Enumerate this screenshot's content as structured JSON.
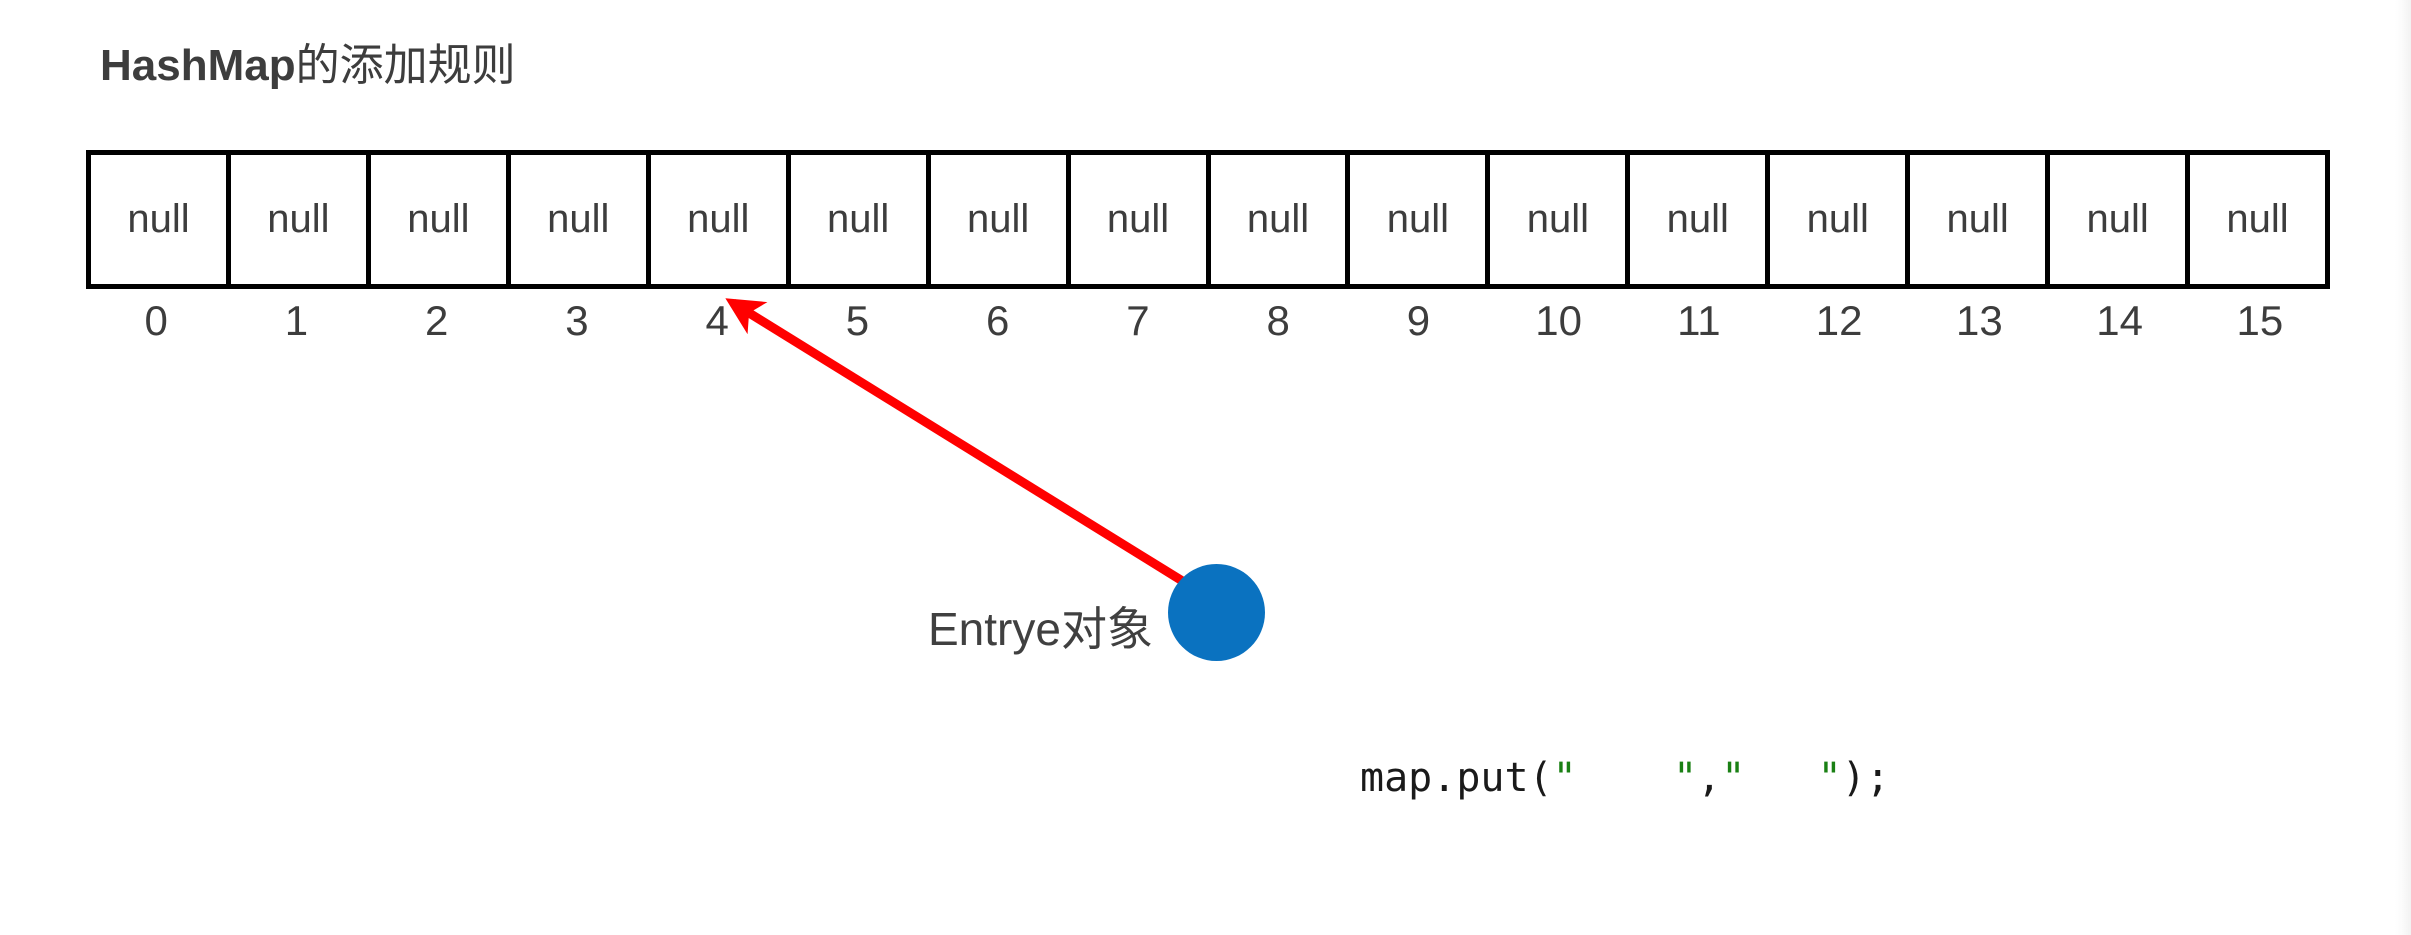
{
  "title": {
    "latin": "HashMap",
    "cjk": "的添加规则",
    "full": "HashMap的添加规则"
  },
  "table": {
    "name": "hashmap-bucket-array",
    "cell_count": 16,
    "cells": [
      "null",
      "null",
      "null",
      "null",
      "null",
      "null",
      "null",
      "null",
      "null",
      "null",
      "null",
      "null",
      "null",
      "null",
      "null",
      "null"
    ],
    "indices": [
      "0",
      "1",
      "2",
      "3",
      "4",
      "5",
      "6",
      "7",
      "8",
      "9",
      "10",
      "11",
      "12",
      "13",
      "14",
      "15"
    ],
    "border_color": "#000000"
  },
  "annotation": {
    "entry_label_latin": "Entrye",
    "entry_label_cjk": "对象",
    "entry_label_full": "Entrye对象",
    "circle_color": "#0a72c0",
    "arrow_color": "#ff0000",
    "arrow_points_to_index": "4"
  },
  "code": {
    "prefix": "map.put(",
    "arg1_open": "\"",
    "arg1_value": "    ",
    "arg1_close": "\"",
    "separator": ",",
    "arg2_open": "\"",
    "arg2_value": "   ",
    "arg2_close": "\"",
    "suffix": ");",
    "string_color": "#1a8014",
    "text_color": "#1a1a1a"
  }
}
